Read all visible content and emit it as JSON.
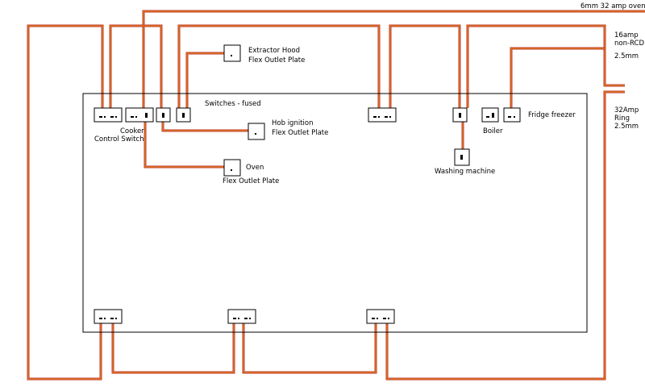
{
  "labels": {
    "oven_feed": "6mm  32 amp oven",
    "radial_1": "16amp",
    "radial_2": "non-RCD",
    "radial_3": "2.5mm",
    "ring_1": "32Amp",
    "ring_2": "Ring",
    "ring_3": "2.5mm",
    "extractor_1": "Extractor Hood",
    "extractor_2": "Flex Outlet Plate",
    "switches": "Switches - fused",
    "hob_1": "Hob ignition",
    "hob_2": "Flex Outlet Plate",
    "cooker_1": "Cooker",
    "cooker_2": "Control Switch",
    "oven_1": "Oven",
    "oven_2": "Flex Outlet Plate",
    "boiler": "Boiler",
    "fridge": "Fridge freezer",
    "washing": "Washing machine"
  },
  "colors": {
    "wire_outer": "#c0392b",
    "wire_inner": "#e69020",
    "line": "#000000"
  }
}
